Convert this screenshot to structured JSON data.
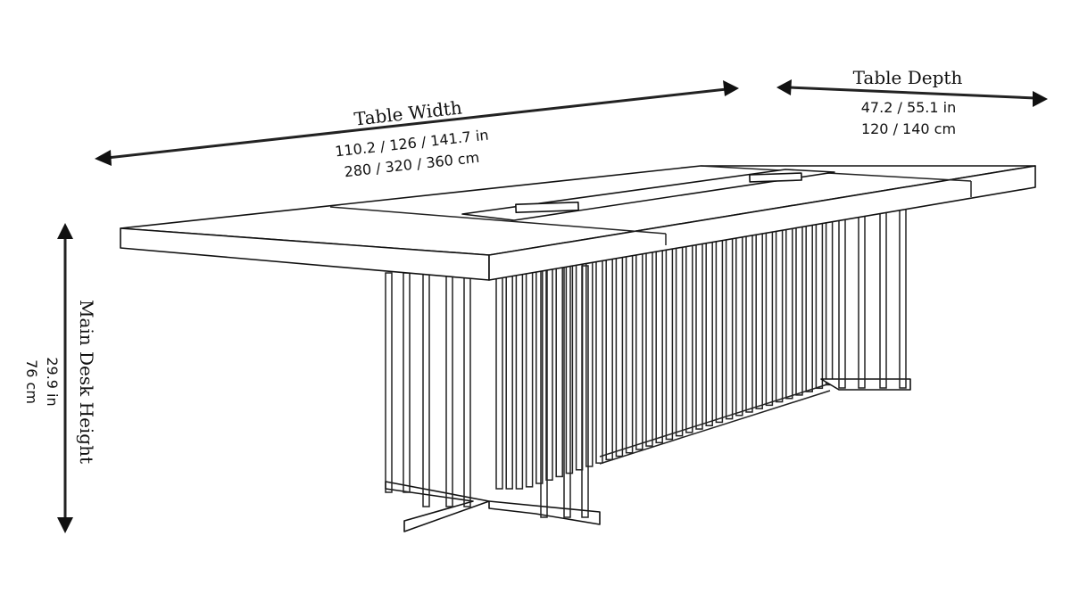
{
  "dimensions": {
    "width": {
      "label": "Table Width",
      "inches": "110.2 / 126 / 141.7 in",
      "cm": "280 / 320 / 360 cm"
    },
    "depth": {
      "label": "Table Depth",
      "inches": "47.2 / 55.1 in",
      "cm": "120 / 140 cm"
    },
    "height": {
      "label": "Main Desk Height",
      "inches": "29.9 in",
      "cm": "76 cm"
    }
  }
}
